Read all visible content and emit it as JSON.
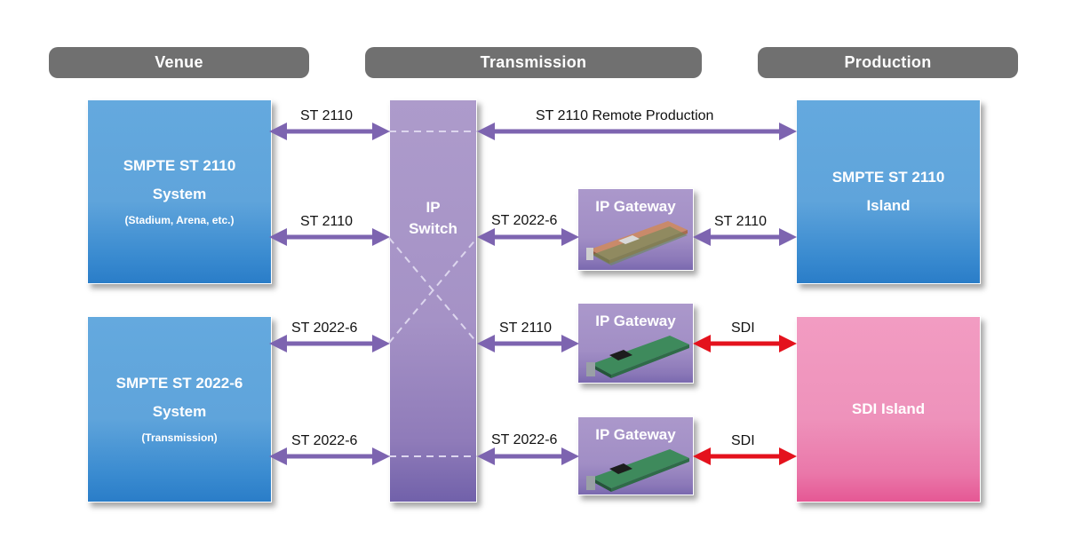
{
  "headers": {
    "venue": "Venue",
    "transmission": "Transmission",
    "production": "Production"
  },
  "venue_boxes": [
    {
      "line1": "SMPTE ST 2110",
      "line2": "System",
      "line3": "(Stadium, Arena, etc.)"
    },
    {
      "line1": "SMPTE ST 2022-6",
      "line2": "System",
      "line3": "(Transmission)"
    }
  ],
  "ip_switch": {
    "line1": "IP",
    "line2": "Switch"
  },
  "gateways": [
    {
      "title": "IP Gateway",
      "card": "copper-card-icon"
    },
    {
      "title": "IP Gateway",
      "card": "green-pcb-card-icon"
    },
    {
      "title": "IP Gateway",
      "card": "green-pcb-card-icon"
    }
  ],
  "production_boxes": [
    {
      "line1": "SMPTE ST 2110",
      "line2": "Island"
    },
    {
      "line1": "SDI Island"
    }
  ],
  "links": {
    "venue_1_top": "ST 2110",
    "venue_1_bottom": "ST 2110",
    "venue_2_top": "ST 2022-6",
    "venue_2_bottom": "ST 2022-6",
    "remote_production": "ST 2110 Remote Production",
    "switch_gw1": "ST 2022-6",
    "gw1_island": "ST 2110",
    "switch_gw2": "ST 2110",
    "gw2_sdi": "SDI",
    "switch_gw3": "ST 2022-6",
    "gw3_sdi": "SDI"
  },
  "colors": {
    "header_gray": "#707070",
    "ip_arrow": "#7d64b0",
    "sdi_arrow": "#e4121d",
    "blue_box": "#5fa4db",
    "pink_box": "#ee92bb",
    "purple_switch": "#a592c6"
  }
}
